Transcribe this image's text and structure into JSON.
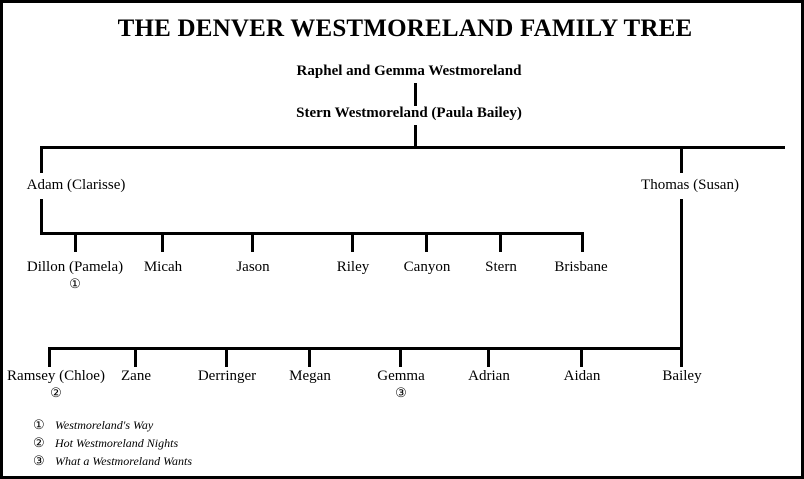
{
  "title": "THE DENVER WESTMORELAND FAMILY TREE",
  "generations": {
    "gen1": {
      "label": "Raphel and Gemma Westmoreland"
    },
    "gen2": {
      "label": "Stern Westmoreland (Paula Bailey)"
    },
    "gen3": [
      {
        "label": "Adam (Clarisse)"
      },
      {
        "label": "Thomas (Susan)"
      }
    ],
    "gen4": [
      {
        "label": "Dillon (Pamela)",
        "marker": "①"
      },
      {
        "label": "Micah",
        "marker": ""
      },
      {
        "label": "Jason",
        "marker": ""
      },
      {
        "label": "Riley",
        "marker": ""
      },
      {
        "label": "Canyon",
        "marker": ""
      },
      {
        "label": "Stern",
        "marker": ""
      },
      {
        "label": "Brisbane",
        "marker": ""
      }
    ],
    "gen5": [
      {
        "label": "Ramsey (Chloe)",
        "marker": "②"
      },
      {
        "label": "Zane",
        "marker": ""
      },
      {
        "label": "Derringer",
        "marker": ""
      },
      {
        "label": "Megan",
        "marker": ""
      },
      {
        "label": "Gemma",
        "marker": "③"
      },
      {
        "label": "Adrian",
        "marker": ""
      },
      {
        "label": "Aidan",
        "marker": ""
      },
      {
        "label": "Bailey",
        "marker": ""
      }
    ]
  },
  "legend": [
    {
      "mark": "①",
      "text": "Westmoreland's Way"
    },
    {
      "mark": "②",
      "text": "Hot Westmoreland Nights"
    },
    {
      "mark": "③",
      "text": "What a Westmoreland Wants"
    }
  ],
  "colors": {
    "ink": "#000000",
    "paper": "#ffffff"
  }
}
